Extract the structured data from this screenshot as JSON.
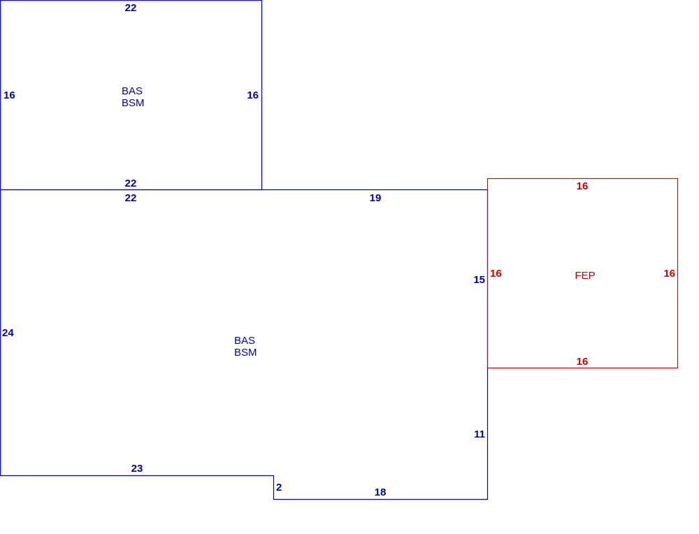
{
  "colors": {
    "main_outline": "#0000cc",
    "main_text": "#0000aa",
    "porch_outline": "#dd0000",
    "porch_text": "#cc0000",
    "background": "#ffffff"
  },
  "upper_area": {
    "code1": "BAS",
    "code2": "BSM",
    "top": "22",
    "left": "16",
    "right": "16",
    "bottom": "22"
  },
  "main_area": {
    "code1": "BAS",
    "code2": "BSM",
    "top_left": "22",
    "top_right": "19",
    "left": "24",
    "right_upper": "15",
    "right_lower": "11",
    "bottom_left": "23",
    "step": "2",
    "bottom_right": "18"
  },
  "porch_area": {
    "code": "FEP",
    "top": "16",
    "left": "16",
    "right": "16",
    "bottom": "16"
  }
}
